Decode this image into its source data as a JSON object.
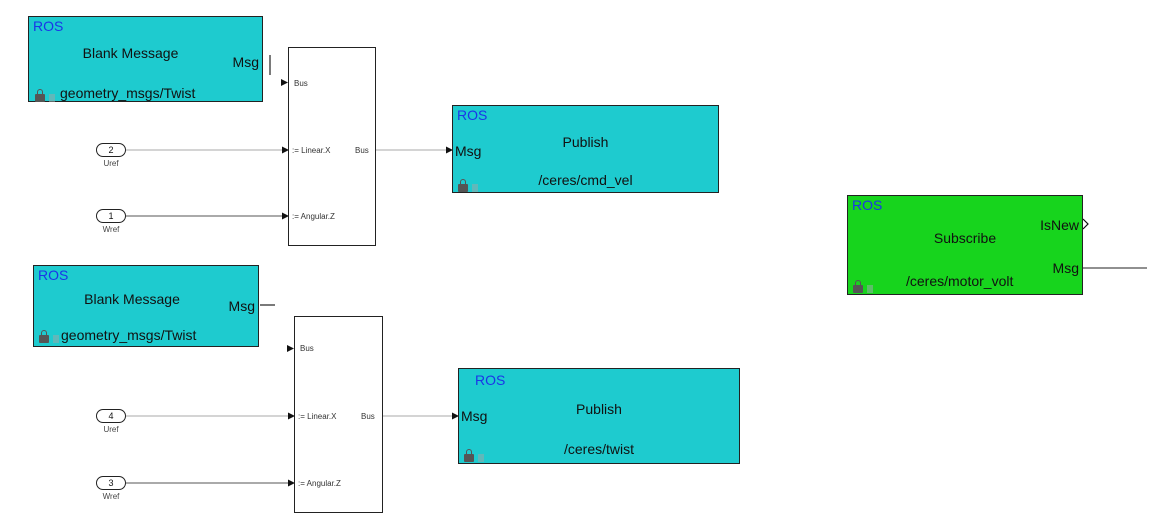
{
  "blank_message_1": {
    "ros": "ROS",
    "title": "Blank Message",
    "port": "Msg",
    "type": "geometry_msgs/Twist"
  },
  "blank_message_2": {
    "ros": "ROS",
    "title": "Blank Message",
    "port": "Msg",
    "type": "geometry_msgs/Twist"
  },
  "bus_assign_1": {
    "in_bus": "Bus",
    "in_linear": ":= Linear.X",
    "in_angular": ":= Angular.Z",
    "out_bus": "Bus"
  },
  "bus_assign_2": {
    "in_bus": "Bus",
    "in_linear": ":= Linear.X",
    "in_angular": ":= Angular.Z",
    "out_bus": "Bus"
  },
  "inport_2": {
    "number": "2",
    "label": "Uref"
  },
  "inport_1": {
    "number": "1",
    "label": "Wref"
  },
  "inport_4": {
    "number": "4",
    "label": "Uref"
  },
  "inport_3": {
    "number": "3",
    "label": "Wref"
  },
  "publish_1": {
    "ros": "ROS",
    "title": "Publish",
    "port": "Msg",
    "topic": "/ceres/cmd_vel"
  },
  "publish_2": {
    "ros": "ROS",
    "title": "Publish",
    "port": "Msg",
    "topic": "/ceres/twist"
  },
  "subscribe": {
    "ros": "ROS",
    "title": "Subscribe",
    "port_isnew": "IsNew",
    "port_msg": "Msg",
    "topic": "/ceres/motor_volt"
  },
  "colors": {
    "cyan": "#1ecbcf",
    "green": "#17d41d",
    "ros_text": "#1b35e8"
  }
}
